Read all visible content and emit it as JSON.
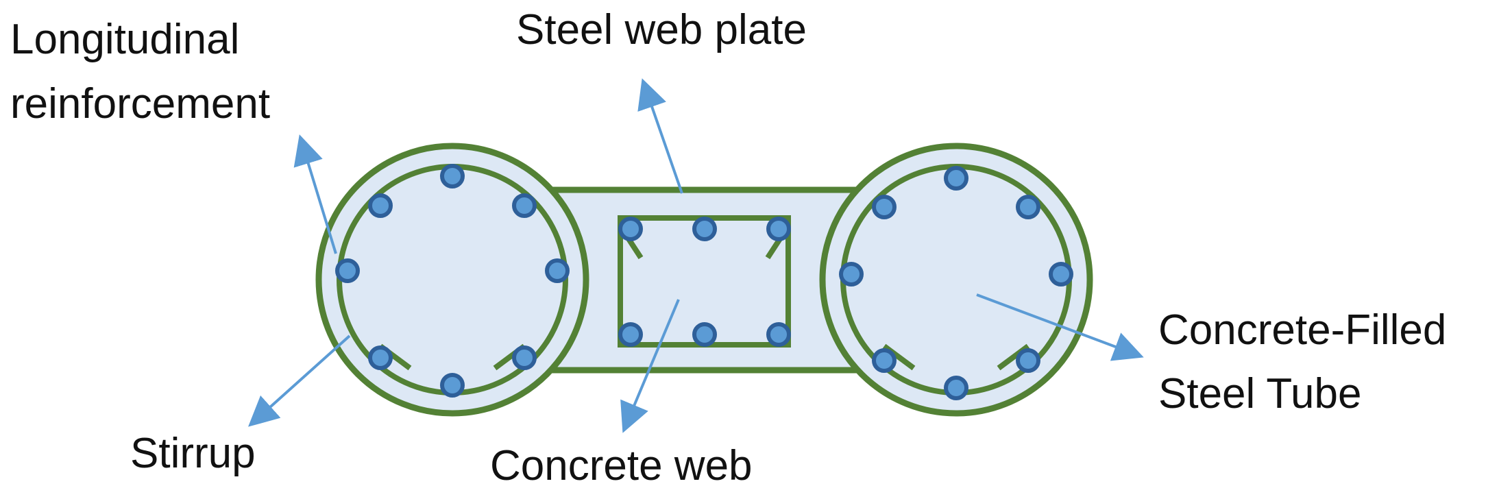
{
  "labels": {
    "longitudinal_line1": "Longitudinal",
    "longitudinal_line2": "reinforcement",
    "steel_web_plate": "Steel web plate",
    "concrete_filled_line1": "Concrete-Filled",
    "concrete_filled_line2": "Steel Tube",
    "stirrup": "Stirrup",
    "concrete_web": "Concrete web"
  },
  "colors": {
    "steel_outline": "#538135",
    "concrete_fill": "#dde8f5",
    "rebar_fill": "#5b9bd5",
    "rebar_outline": "#2e5f99",
    "leader_arrow": "#5b9bd5",
    "text": "#111111"
  }
}
